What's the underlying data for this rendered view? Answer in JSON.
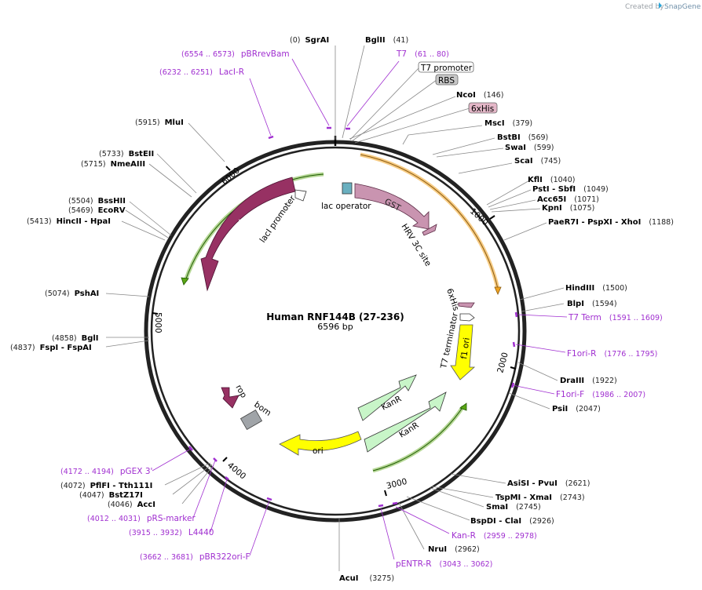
{
  "title": "Human RNF144B (27-236)",
  "length_label": "6596 bp",
  "credit": {
    "text": "Created by",
    "brand": "SnapGene",
    "icon": "snapgene-logo-icon"
  },
  "ticks": [
    {
      "text": "1000"
    },
    {
      "text": "2000"
    },
    {
      "text": "3000"
    },
    {
      "text": "4000"
    },
    {
      "text": "5000"
    },
    {
      "text": "6000"
    }
  ],
  "enzymes": [
    {
      "pos": "(0)",
      "name": "SgrAI"
    },
    {
      "name": "BglII",
      "pos": "(41)"
    },
    {
      "name": "NcoI",
      "pos": "(146)"
    },
    {
      "name": "MscI",
      "pos": "(379)"
    },
    {
      "name": "BstBI",
      "pos": "(569)"
    },
    {
      "name": "SwaI",
      "pos": "(599)"
    },
    {
      "name": "ScaI",
      "pos": "(745)"
    },
    {
      "name": "KflI",
      "pos": "(1040)"
    },
    {
      "name": "PstI  - SbfI",
      "pos": "(1049)"
    },
    {
      "name": "Acc65I",
      "pos": "(1071)"
    },
    {
      "name": "KpnI",
      "pos": "(1075)"
    },
    {
      "name": "PaeR7I  - PspXI  - XhoI",
      "pos": "(1188)"
    },
    {
      "name": "HindIII",
      "pos": "(1500)"
    },
    {
      "name": "BlpI",
      "pos": "(1594)"
    },
    {
      "name": "DraIII",
      "pos": "(1922)"
    },
    {
      "name": "PsiI",
      "pos": "(2047)"
    },
    {
      "name": "AsiSI  - PvuI",
      "pos": "(2621)"
    },
    {
      "name": "TspMI  - XmaI",
      "pos": "(2743)"
    },
    {
      "name": "SmaI",
      "pos": "(2745)"
    },
    {
      "name": "BspDI  - ClaI",
      "pos": "(2926)"
    },
    {
      "name": "NruI",
      "pos": "(2962)"
    },
    {
      "name": "AcuI",
      "pos": "(3275)"
    },
    {
      "pos": "(4072)",
      "name": "PflFI  - Tth111I"
    },
    {
      "pos": "(4047)",
      "name": "BstZ17I"
    },
    {
      "pos": "(4046)",
      "name": "AccI"
    },
    {
      "pos": "(4858)",
      "name": "BglI"
    },
    {
      "pos": "(4837)",
      "name": "FspI  - FspAI"
    },
    {
      "pos": "(5074)",
      "name": "PshAI"
    },
    {
      "pos": "(5504)",
      "name": "BssHII"
    },
    {
      "pos": "(5469)",
      "name": "EcoRV"
    },
    {
      "pos": "(5413)",
      "name": "HincII  - HpaI"
    },
    {
      "pos": "(5733)",
      "name": "BstEII"
    },
    {
      "pos": "(5715)",
      "name": "NmeAIII"
    },
    {
      "pos": "(5915)",
      "name": "MluI"
    }
  ],
  "primers": [
    {
      "name": "T7",
      "range": "(61 .. 80)"
    },
    {
      "name": "T7 Term",
      "range": "(1591 .. 1609)"
    },
    {
      "name": "F1ori-R",
      "range": "(1776 .. 1795)"
    },
    {
      "name": "F1ori-F",
      "range": "(1986 .. 2007)"
    },
    {
      "name": "Kan-R",
      "range": "(2959 .. 2978)"
    },
    {
      "name": "pENTR-R",
      "range": "(3043 .. 3062)"
    },
    {
      "range": "(6554 .. 6573)",
      "name": "pBRrevBam"
    },
    {
      "range": "(6232 .. 6251)",
      "name": "LacI-R"
    },
    {
      "range": "(4172 .. 4194)",
      "name": "pGEX 3'"
    },
    {
      "range": "(4012 .. 4031)",
      "name": "pRS-marker"
    },
    {
      "range": "(3915 .. 3932)",
      "name": "L4440"
    },
    {
      "range": "(3662 .. 3681)",
      "name": "pBR322ori-F"
    }
  ],
  "boxed_features": [
    {
      "name": "T7 promoter"
    },
    {
      "name": "RBS"
    },
    {
      "name": "6xHis"
    }
  ],
  "features": [
    {
      "name": "GST"
    },
    {
      "name": "lac operator"
    },
    {
      "name": "HRV 3C site"
    },
    {
      "name": "lacI"
    },
    {
      "name": "lacI promoter"
    },
    {
      "name": "6xHis"
    },
    {
      "name": "T7 terminator"
    },
    {
      "name": "f1 ori"
    },
    {
      "name": "KanR"
    },
    {
      "name": "KanR"
    },
    {
      "name": "ori"
    },
    {
      "name": "rop"
    },
    {
      "name": "bom"
    }
  ],
  "colors": {
    "ring": "#222222",
    "enzyme_line": "#7f7f7f",
    "primer": "#a02fd0",
    "gst": "#c994b0",
    "laci": "#973163",
    "kanr": "#c8f5c8",
    "ori": "#ffff00",
    "f1ori": "#ffff00",
    "orf_arc_orange": "#f0a31f",
    "orf_arc_green": "#5aa614",
    "bom": "#a0a4a8",
    "rbs_box": "#c8c8c8",
    "his_box": "#e4b7c8"
  }
}
